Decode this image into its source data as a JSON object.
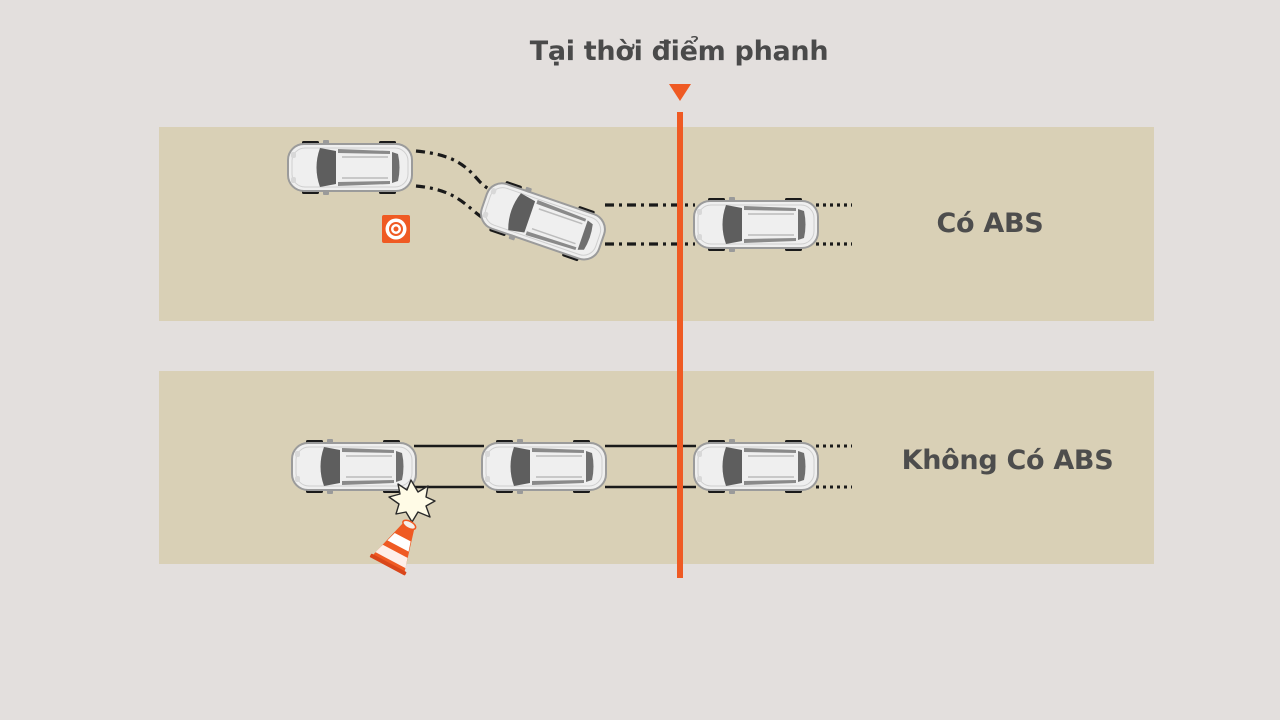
{
  "title": "Tại thời điểm phanh",
  "lanes": [
    {
      "label": "Có ABS"
    },
    {
      "label": "Không Có ABS"
    }
  ],
  "colors": {
    "background": "#e3dfdd",
    "road": "#d9d0b6",
    "accent": "#ef5a23",
    "text": "#4a4a4a",
    "car_body": "#eeeeee",
    "tire": "#1a1a1a"
  },
  "icons": [
    "brake-marker-arrow-icon",
    "car-icon",
    "obstacle-target-icon",
    "traffic-cone-icon",
    "collision-burst-icon"
  ]
}
